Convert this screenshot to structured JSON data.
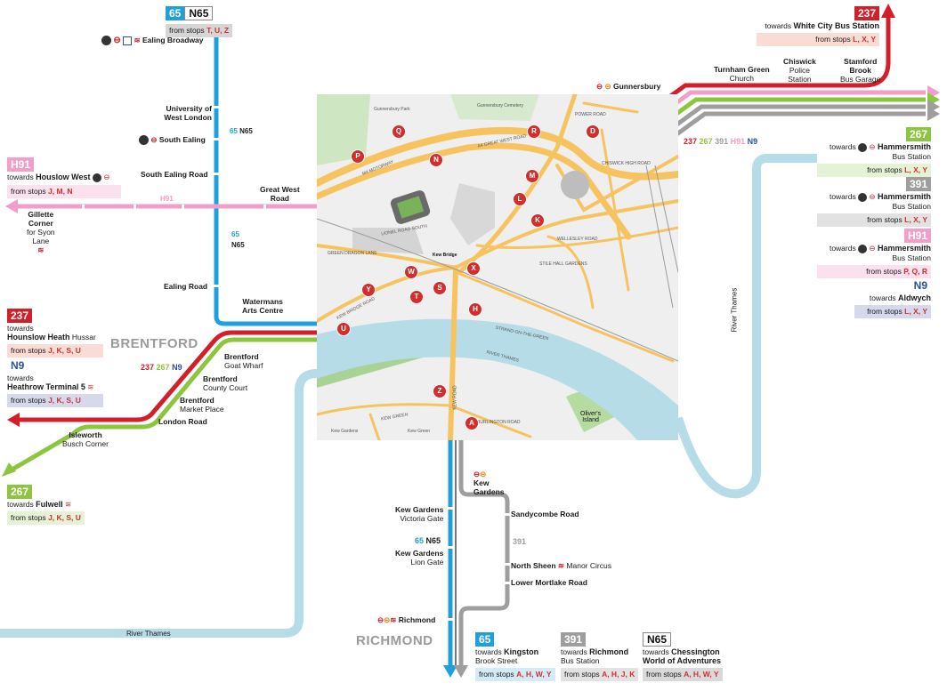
{
  "colors": {
    "route_65": "#1fa0dc",
    "route_n65": "#1a1a1a",
    "route_h91": "#f29ec8",
    "route_237": "#d31f2a",
    "route_267": "#8cc63f",
    "route_391": "#9e9e9e",
    "route_n9": "#2a4f9e",
    "river": "#a9d6e5",
    "road": "#f7c35f",
    "stop": "#d22e2e"
  },
  "areas": {
    "brentford": "BRENTFORD",
    "richmond": "RICHMOND"
  },
  "stops": {
    "ealing_broadway": "Ealing Broadway",
    "univ_west_london": "University of West London",
    "south_ealing": "South Ealing",
    "south_ealing_road": "South Ealing Road",
    "great_west_road_1": "Great West",
    "great_west_road_2": "Road",
    "ealing_road": "Ealing Road",
    "watermans_1": "Watermans",
    "watermans_2": "Arts Centre",
    "gillette_1": "Gillette",
    "gillette_2": "Corner",
    "gillette_3": "for Syon",
    "gillette_4": "Lane",
    "brentford_goat_1": "Brentford",
    "brentford_goat_2": "Goat Wharf",
    "brentford_cc_1": "Brentford",
    "brentford_cc_2": "County Court",
    "brentford_mp_1": "Brentford",
    "brentford_mp_2": "Market Place",
    "london_road": "London Road",
    "isleworth_1": "Isleworth",
    "isleworth_2": "Busch Corner",
    "turnham_1": "Turnham Green",
    "turnham_2": "Church",
    "chiswick_1": "Chiswick",
    "chiswick_2": "Police",
    "chiswick_3": "Station",
    "stamford_1": "Stamford",
    "stamford_2": "Brook",
    "stamford_3": "Bus Garage",
    "gunnersbury": "Gunnersbury",
    "kew_gardens_1": "Kew",
    "kew_gardens_2": "Gardens",
    "sandycombe": "Sandycombe Road",
    "north_sheen": "North Sheen",
    "manor_circus": "Manor Circus",
    "lower_mortlake": "Lower Mortlake Road",
    "kg_victoria_1": "Kew Gardens",
    "kg_victoria_2": "Victoria Gate",
    "kg_lion_1": "Kew Gardens",
    "kg_lion_2": "Lion Gate",
    "richmond": "Richmond"
  },
  "line_labels": {
    "top_65": "65",
    "top_n65": "N65",
    "mid_65": "65",
    "mid_n65": "N65",
    "low_65": "65",
    "low_n65": "N65",
    "h91": "H91",
    "br_237": "237",
    "br_267": "267",
    "br_n9": "N9",
    "ne_237": "237",
    "ne_267": "267",
    "ne_391": "391",
    "ne_h91": "H91",
    "ne_n9": "N9",
    "s_65": "65",
    "s_n65": "N65",
    "s_391": "391",
    "river_thames_1": "River Thames",
    "river_thames_2": "River Thames"
  },
  "destinations": {
    "top": {
      "routes": [
        "65",
        "N65"
      ],
      "from": "from stops",
      "letters": "T, U, Z"
    },
    "h91": {
      "route": "H91",
      "towards": "towards",
      "dest": "Houslow West",
      "from": "from stops",
      "letters": "J, M, N"
    },
    "r237_w": {
      "route": "237",
      "towards": "towards",
      "dest": "Hounslow Heath",
      "dest2": "Hussar",
      "from": "from stops",
      "letters": "J, K, S, U"
    },
    "n9_w": {
      "route": "N9",
      "towards": "towards",
      "dest": "Heathrow Terminal 5",
      "from": "from stops",
      "letters": "J, K, S, U"
    },
    "r267_w": {
      "route": "267",
      "towards": "towards",
      "dest": "Fulwell",
      "from": "from stops",
      "letters": "J, K, S, U"
    },
    "r237_e": {
      "route": "237",
      "towards": "towards",
      "dest": "White City Bus Station",
      "from": "from stops",
      "letters": "L, X, Y"
    },
    "r267_e": {
      "route": "267",
      "towards": "towards",
      "dest": "Hammersmith",
      "dest2": "Bus Station",
      "from": "from stops",
      "letters": "L, X, Y"
    },
    "r391_e": {
      "route": "391",
      "towards": "towards",
      "dest": "Hammersmith",
      "dest2": "Bus Station",
      "from": "from stops",
      "letters": "L, X, Y"
    },
    "h91_e": {
      "route": "H91",
      "towards": "towards",
      "dest": "Hammersmith",
      "dest2": "Bus Station",
      "from": "from stops",
      "letters": "P, Q, R"
    },
    "n9_e": {
      "route": "N9",
      "towards": "towards",
      "dest": "Aldwych",
      "from": "from stops",
      "letters": "L, X, Y"
    },
    "r65_s": {
      "route": "65",
      "towards": "towards",
      "dest": "Kingston",
      "dest2": "Brook Street",
      "from": "from stops",
      "letters": "A, H, W, Y"
    },
    "r391_s": {
      "route": "391",
      "towards": "towards",
      "dest": "Richmond",
      "dest2": "Bus Station",
      "from": "from stops",
      "letters": "A, H, J, K"
    },
    "n65_s": {
      "route": "N65",
      "towards": "towards",
      "dest": "Chessington",
      "dest2": "World of Adventures",
      "from": "from stops",
      "letters": "A, H, W, Y"
    }
  },
  "map": {
    "labels": {
      "gunnersbury_park": "Gunnersbury Park",
      "gunnersbury_cemetery": "Gunnersbury Cemetery",
      "m4": "M4 MOTORWAY",
      "a4": "A4 GREAT WEST ROAD",
      "power_road": "POWER ROAD",
      "chiswick_high": "CHISWICK HIGH ROAD",
      "wellesley": "WELLESLEY ROAD",
      "stile_hall": "STILE HALL GARDENS",
      "green_dragon": "GREEN DRAGON LANE",
      "lionel": "LIONEL ROAD SOUTH",
      "kew_bridge_rd": "KEW BRIDGE ROAD",
      "kew_bridge": "Kew Bridge",
      "strand": "STRAND-ON-THE-GREEN",
      "river": "RIVER THAMES",
      "kew_green": "KEW GREEN",
      "kew_road": "KEW ROAD",
      "kew_gardens": "Kew Gardens",
      "kew_green2": "Kew Green",
      "burlington": "BURLINGTON ROAD",
      "olivers_1": "Oliver's",
      "olivers_2": "Island"
    },
    "stop_letters": [
      "Q",
      "R",
      "D",
      "P",
      "N",
      "M",
      "L",
      "K",
      "X",
      "W",
      "Y",
      "T",
      "S",
      "H",
      "U",
      "Z",
      "A"
    ]
  }
}
